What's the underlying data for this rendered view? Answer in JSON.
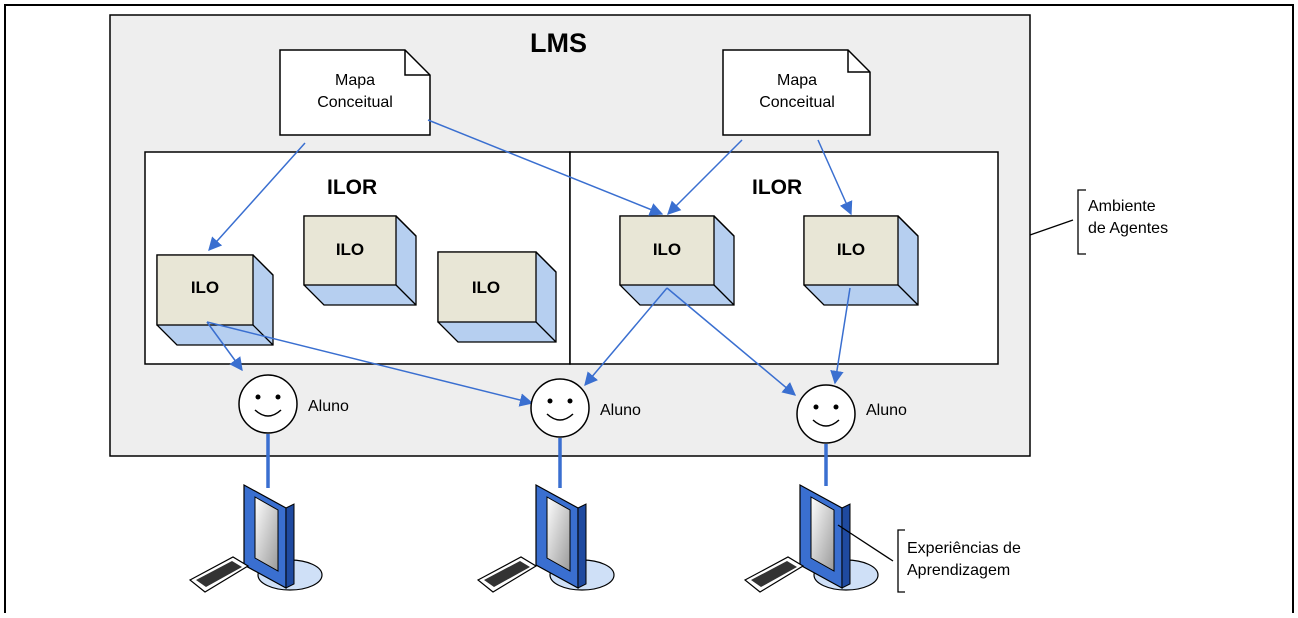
{
  "lms": {
    "title": "LMS"
  },
  "concept_maps": [
    {
      "label": "Mapa\nConceitual"
    },
    {
      "label": "Mapa\nConceitual"
    }
  ],
  "ilor_sections": [
    {
      "title": "ILOR",
      "ilos": [
        "ILO",
        "ILO",
        "ILO"
      ]
    },
    {
      "title": "ILOR",
      "ilos": [
        "ILO",
        "ILO"
      ]
    }
  ],
  "students": [
    {
      "label": "Aluno"
    },
    {
      "label": "Aluno"
    },
    {
      "label": "Aluno"
    }
  ],
  "annotations": {
    "agents_env": "Ambiente\nde Agentes",
    "learning_exp": "Experiências de\nAprendizagem"
  },
  "colors": {
    "lms_bg": "#eeeeee",
    "ilo_front": "#e8e6d6",
    "ilo_side": "#b6cff0",
    "arrow": "#3a6fd0",
    "monitor": "#3a6fd0"
  }
}
